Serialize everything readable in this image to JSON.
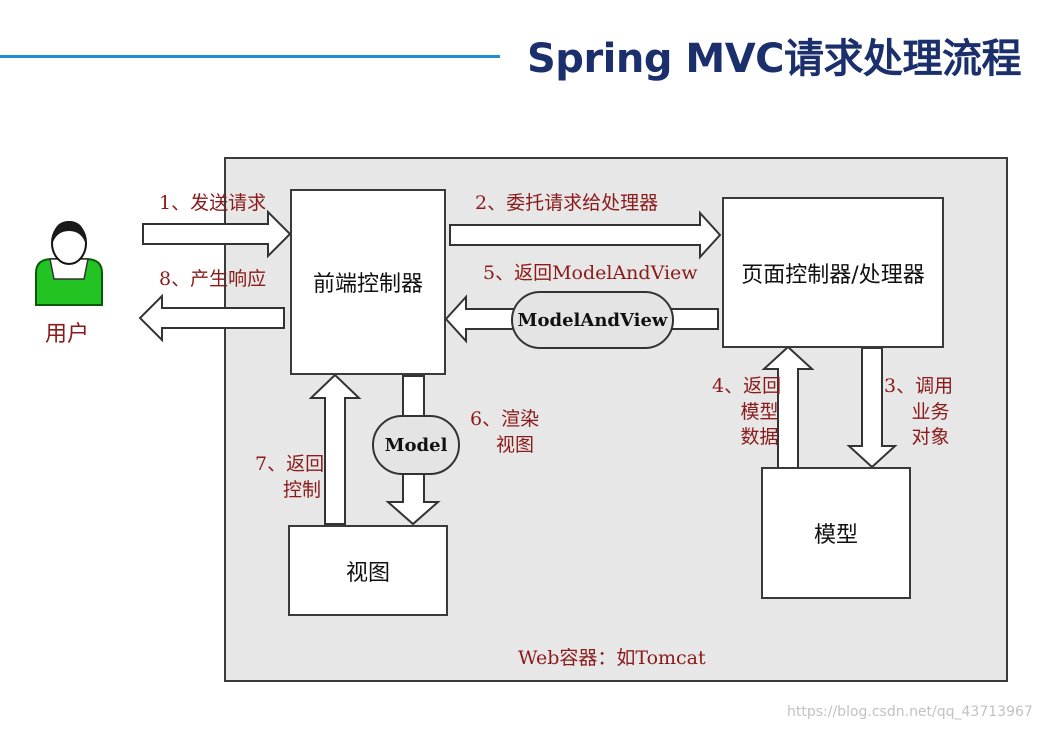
{
  "title": "Spring MVC请求处理流程",
  "user": {
    "label": "用户"
  },
  "container_label": "Web容器：如Tomcat",
  "boxes": {
    "front_controller": "前端控制器",
    "handler": "页面控制器/处理器",
    "model": "模型",
    "view": "视图"
  },
  "pills": {
    "model_and_view": "ModelAndView",
    "model": "Model"
  },
  "steps": {
    "s1": "1、发送请求",
    "s2": "2、委托请求给处理器",
    "s3": [
      "3、调用",
      "业务",
      "对象"
    ],
    "s4": [
      "4、返回",
      "模型",
      "数据"
    ],
    "s5": "5、返回ModelAndView",
    "s6": [
      "6、渲染",
      "视图"
    ],
    "s7": [
      "7、返回",
      "控制"
    ],
    "s8": "8、产生响应"
  },
  "watermark": "https://blog.csdn.net/qq_43713967"
}
